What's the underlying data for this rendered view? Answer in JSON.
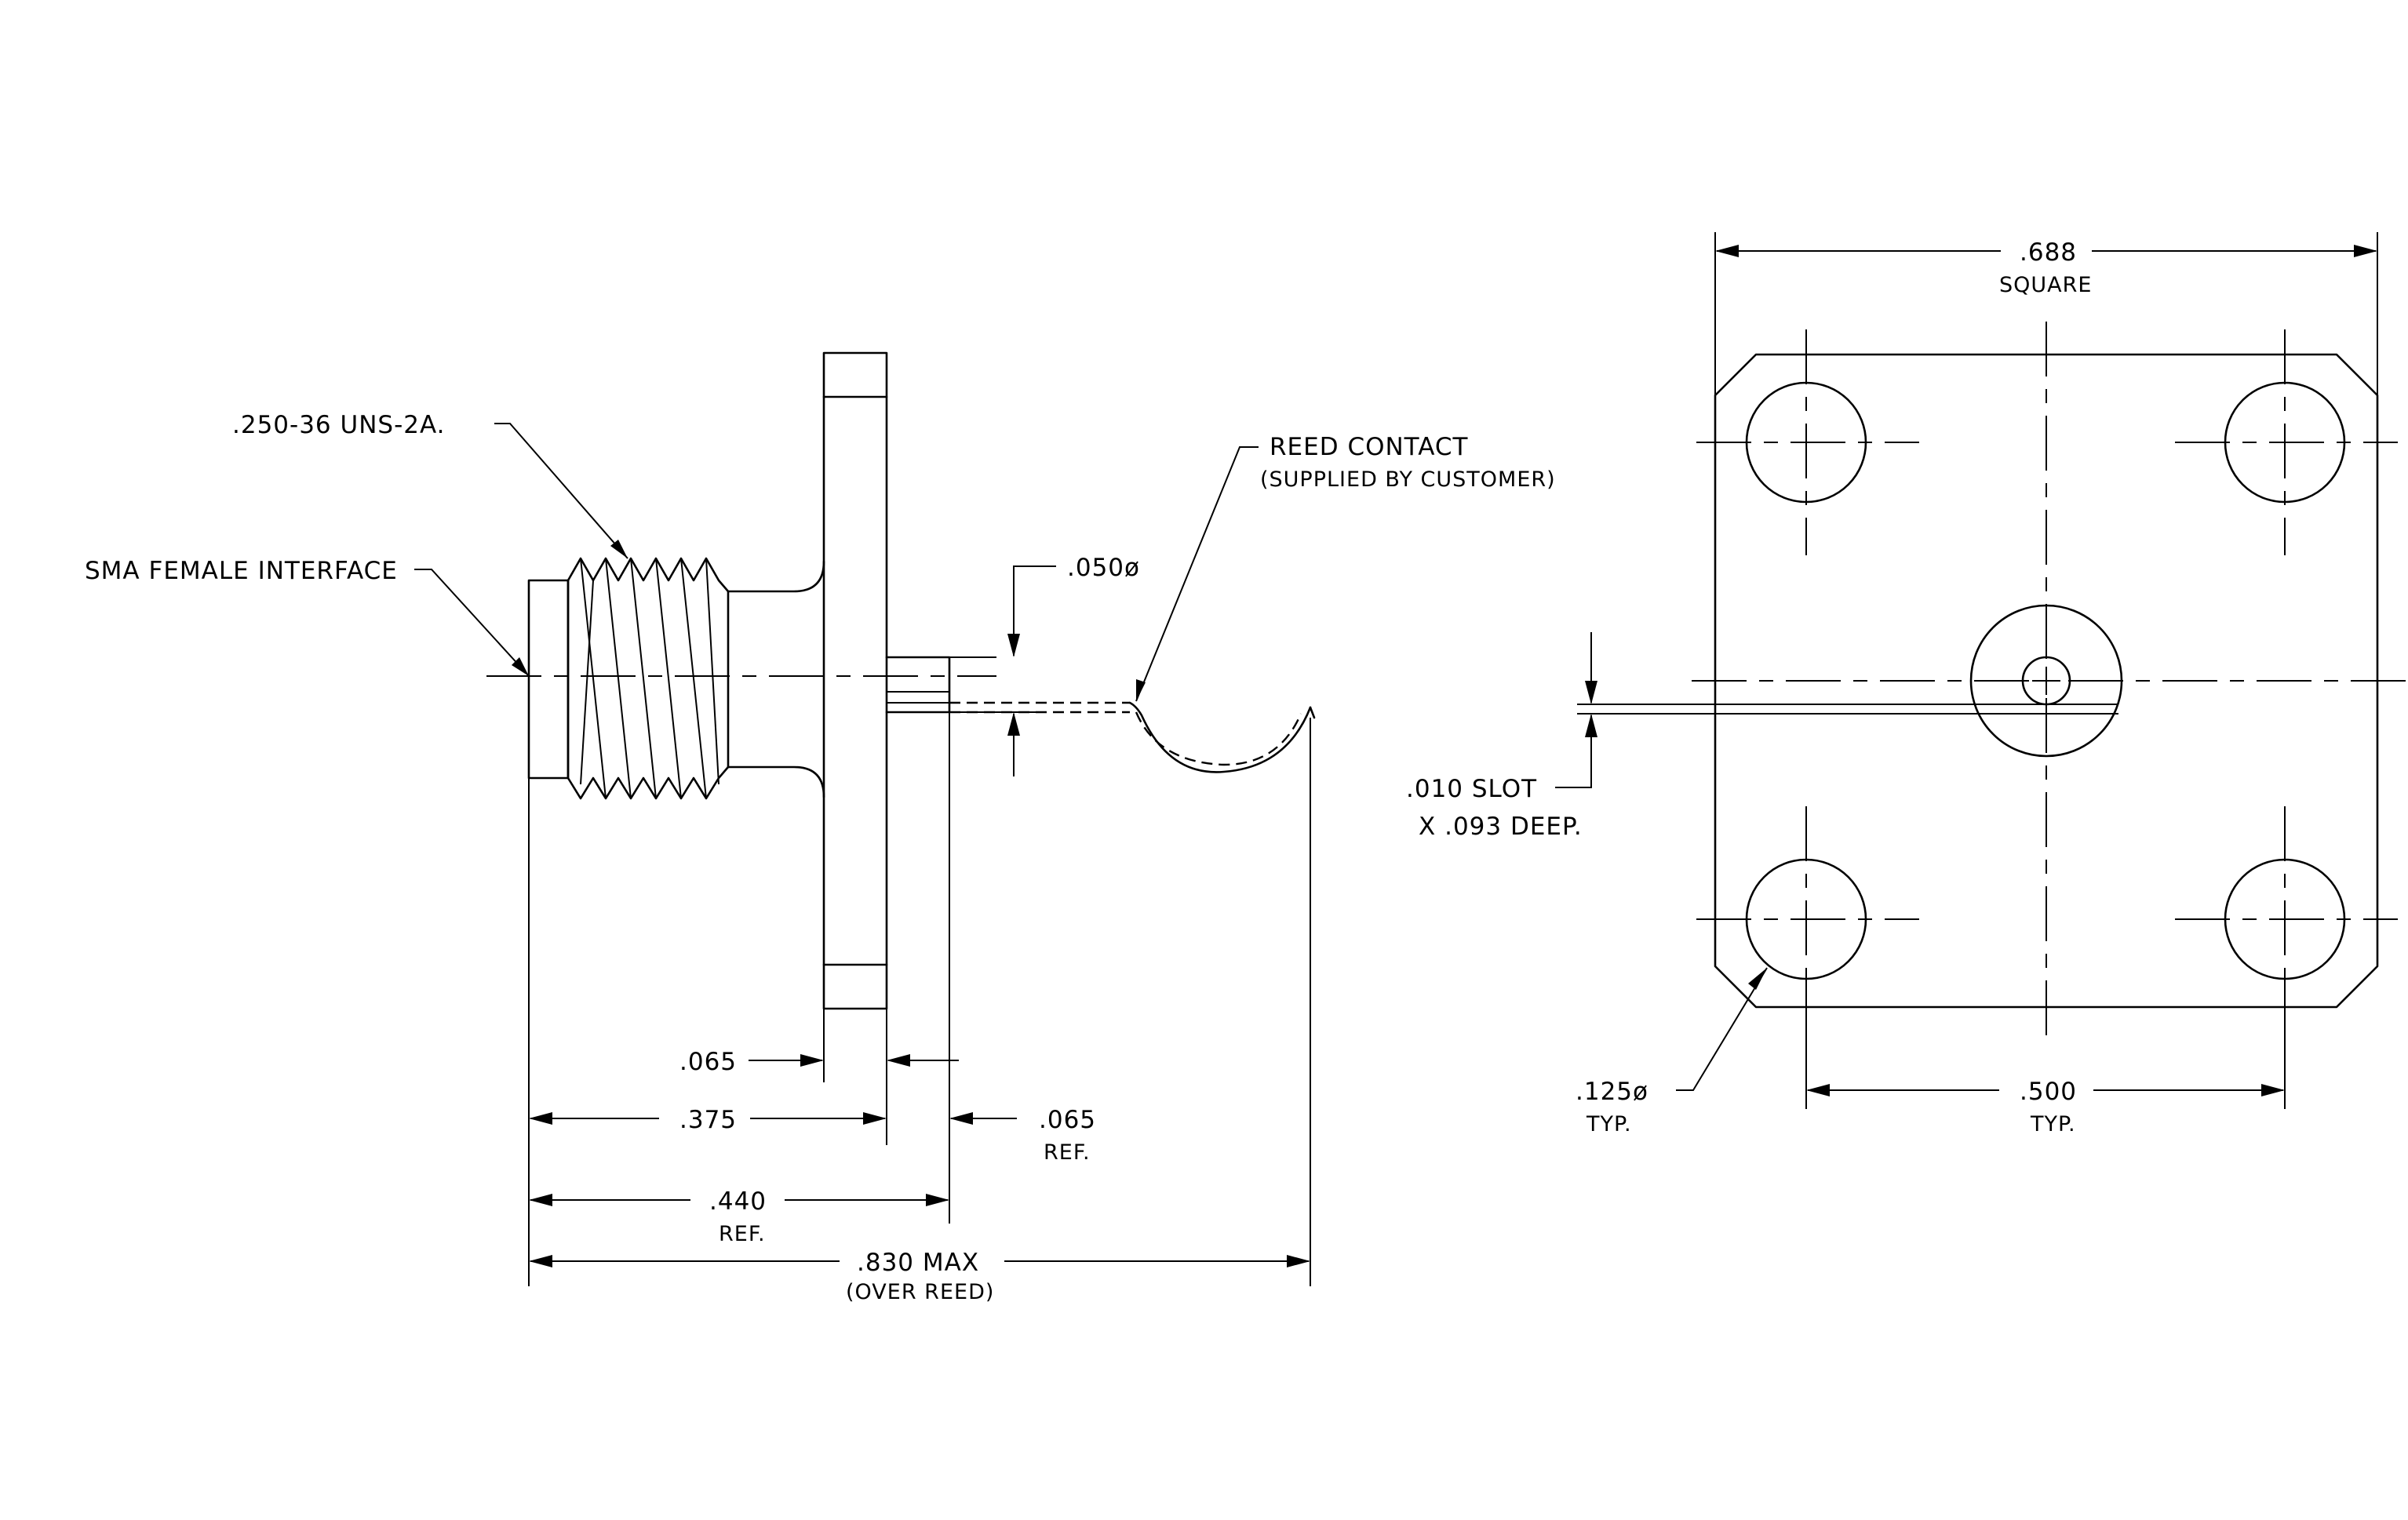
{
  "side_view": {
    "thread_callout": ".250-36 UNS-2A.",
    "interface_callout": "SMA FEMALE INTERFACE",
    "reed_contact": "REED CONTACT",
    "reed_contact_note": "(SUPPLIED BY CUSTOMER)",
    "pin_diameter": ".050ø",
    "flange_thickness": ".065",
    "body_length": ".375",
    "pin_extension": ".065",
    "pin_extension_note": "REF.",
    "overall_pin": ".440",
    "overall_pin_note": "REF.",
    "overall_max": ".830 MAX",
    "overall_max_note": "(OVER REED)"
  },
  "front_view": {
    "flange_size": ".688",
    "flange_size_note": "SQUARE",
    "slot": ".010 SLOT",
    "slot_depth": "X .093 DEEP.",
    "hole_diameter": ".125ø",
    "hole_diameter_note": "TYP.",
    "hole_spacing": ".500",
    "hole_spacing_note": "TYP."
  }
}
